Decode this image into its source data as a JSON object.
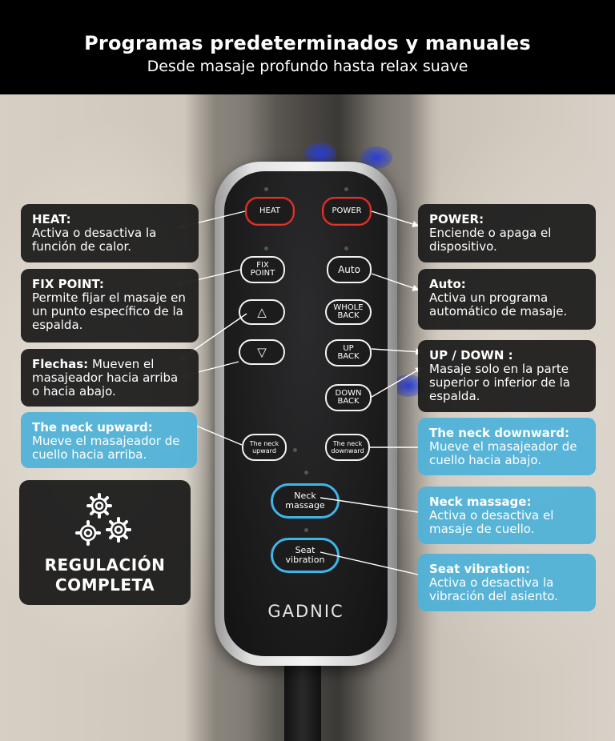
{
  "header": {
    "title": "Programas predeterminados y manuales",
    "subtitle": "Desde masaje profundo hasta relax suave"
  },
  "remote": {
    "brand": "GADNIC",
    "buttons": {
      "heat": "HEAT",
      "power": "POWER",
      "fix_point": "FIX\nPOINT",
      "auto": "Auto",
      "up_arrow": "△",
      "whole_back": "WHOLE\nBACK",
      "down_arrow": "▽",
      "up_back": "UP\nBACK",
      "down_back": "DOWN\nBACK",
      "neck_upward": "The neck\nupward",
      "neck_downward": "The neck\ndownward",
      "neck_massage": "Neck\nmassage",
      "seat_vibration": "Seat\nvibration"
    }
  },
  "callouts": {
    "heat": {
      "title": "HEAT:",
      "body": "Activa o desactiva la función de calor."
    },
    "fix_point": {
      "title": "FIX POINT:",
      "body": "Permite fijar el masaje en un punto específico de la espalda."
    },
    "flechas": {
      "title": "Flechas:",
      "body": " Mueven el masajeador hacia arriba o hacia abajo."
    },
    "neck_upward": {
      "title": "The neck upward:",
      "body": "Mueve el masajeador de cuello hacia arriba."
    },
    "power": {
      "title": "POWER:",
      "body": "Enciende o apaga el dispositivo."
    },
    "auto": {
      "title": "Auto:",
      "body": "Activa un programa automático de masaje."
    },
    "up_down": {
      "title": "UP / DOWN :",
      "body": "Masaje solo en la parte superior o inferior de la espalda."
    },
    "neck_downward": {
      "title": "The neck downward:",
      "body": "Mueve el masajeador de cuello hacia abajo."
    },
    "neck_massage": {
      "title": "Neck massage:",
      "body": "Activa o desactiva el masaje de cuello."
    },
    "seat_vibration": {
      "title": "Seat vibration:",
      "body": "Activa o desactiva la vibración del asiento."
    }
  },
  "regulation": {
    "label": "REGULACIÓN\nCOMPLETA"
  },
  "colors": {
    "header_bg": "#000000",
    "callout_dark": "#181818",
    "callout_blue": "#4eb2d8",
    "button_red": "#e0342c",
    "button_blue": "#3fb6e8"
  },
  "icons": [
    "gears-icon"
  ]
}
